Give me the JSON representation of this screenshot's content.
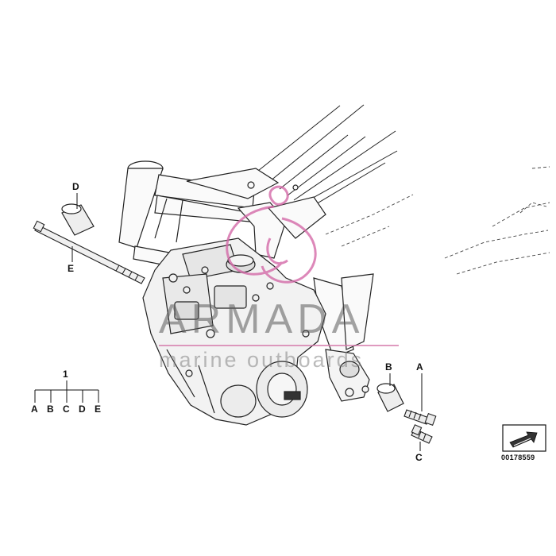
{
  "callouts": {
    "a": "A",
    "b": "B",
    "c": "C",
    "d": "D",
    "e": "E",
    "one": "1"
  },
  "assembly": {
    "number": "1",
    "parts": [
      "A",
      "B",
      "C",
      "D",
      "E"
    ]
  },
  "watermark": {
    "title": "ARMADA",
    "subtitle": "marine outboards",
    "accent_color": "#d46aa8"
  },
  "reference": {
    "number": "00178559",
    "icon": "hand-pointer-icon"
  }
}
